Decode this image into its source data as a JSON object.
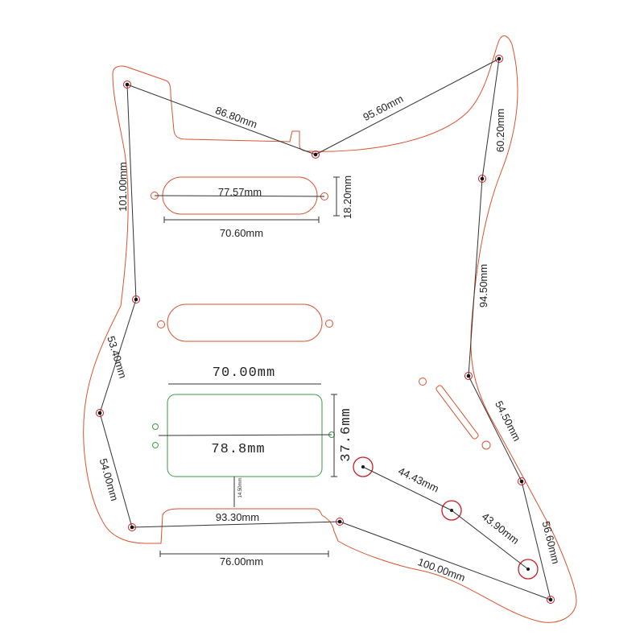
{
  "colors": {
    "outline": "#d9532f",
    "green": "#3a9a45",
    "measure": "#333333",
    "hole_ring": "#cc1c24",
    "hole_dot": "#111111"
  },
  "dimensions": {
    "d1": "86.80mm",
    "d2": "95.60mm",
    "d3": "60.20mm",
    "d4": "94.50mm",
    "d5": "101.00mm",
    "d6": "77.57mm",
    "d7": "18.20mm",
    "d8": "70.60mm",
    "d9": "53.40mm",
    "d10": "70.00mm",
    "d11": "37.6mm",
    "d12": "78.8mm",
    "d13": "54.00mm",
    "d14": "14.50mm",
    "d15": "93.30mm",
    "d16": "76.00mm",
    "d17": "44.43mm",
    "d18": "43.90mm",
    "d19": "54.50mm",
    "d20": "56.60mm",
    "d21": "100.00mm"
  }
}
